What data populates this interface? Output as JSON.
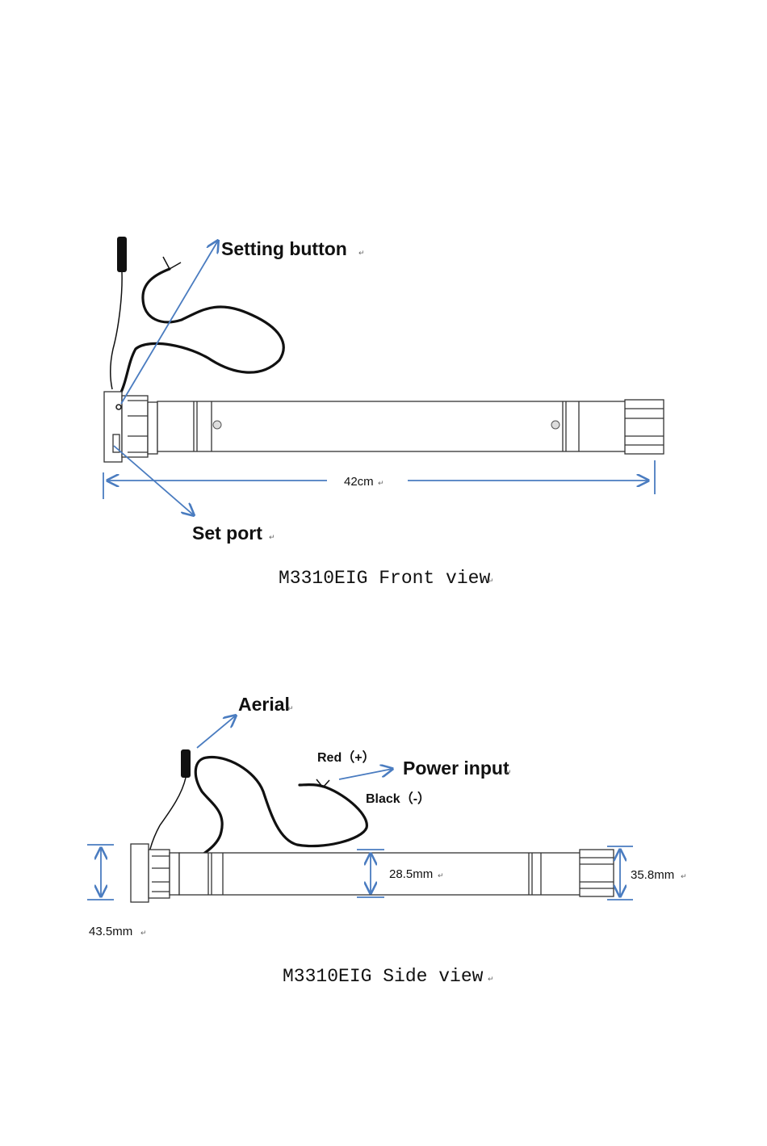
{
  "colors": {
    "dimension": "#4a7cc0",
    "cable": "#111111",
    "outline": "#333333"
  },
  "front_view": {
    "labels": {
      "setting_button": "Setting button",
      "set_port": "Set port",
      "length": "42cm"
    },
    "caption": "M3310EIG Front view"
  },
  "side_view": {
    "labels": {
      "aerial": "Aerial",
      "red_wire": "Red（+）",
      "black_wire": "Black（-）",
      "power_input": "Power input",
      "head_diameter": "43.5mm",
      "tube_diameter": "28.5mm",
      "end_diameter": "35.8mm"
    },
    "caption": "M3310EIG Side view"
  },
  "paragraph_mark": "↵"
}
